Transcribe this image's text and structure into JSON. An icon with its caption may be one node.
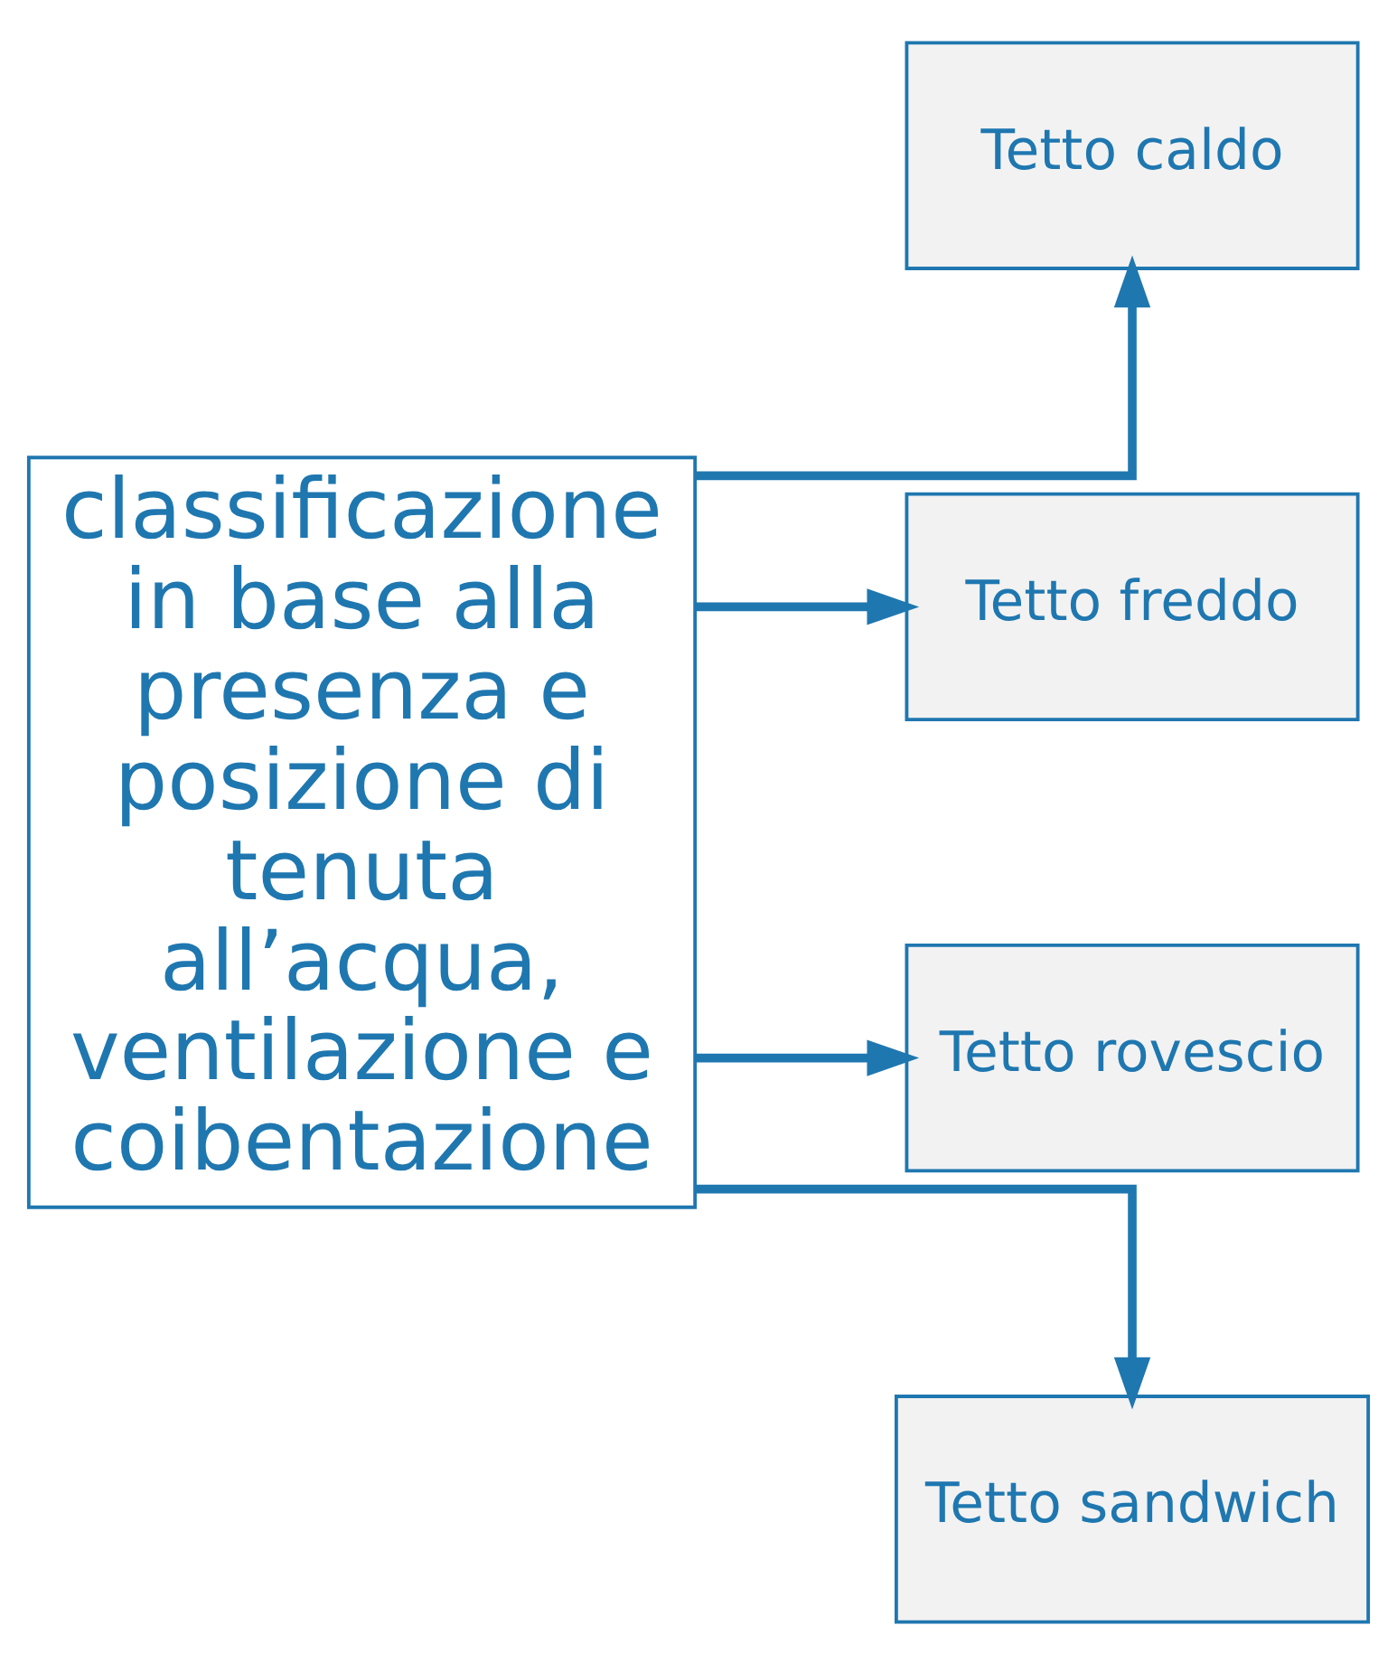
{
  "diagram": {
    "nodes": [
      {
        "text": [
          "classificazione in base alla presenza e posizione di tenuta all’acqua, ventilazione e coibentazione"
        ]
      },
      {
        "text": [
          "Tetto caldo"
        ]
      },
      {
        "text": [
          "Tetto freddo"
        ]
      },
      {
        "text": [
          "Tetto rovescio"
        ]
      },
      {
        "text": [
          "Tetto sandwich"
        ]
      }
    ],
    "edges": [
      {
        "from": 0,
        "to": 1,
        "arrow": "to"
      },
      {
        "from": 0,
        "to": 2,
        "arrow": "to"
      },
      {
        "from": 0,
        "to": 3,
        "arrow": "to"
      },
      {
        "from": 0,
        "to": 4,
        "arrow": "to"
      }
    ]
  }
}
